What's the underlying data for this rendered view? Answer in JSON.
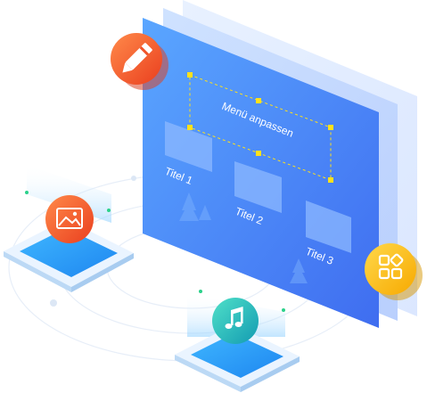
{
  "menu": {
    "title": "Menü anpassen",
    "items": [
      {
        "label": "Titel 1"
      },
      {
        "label": "Titel 2"
      },
      {
        "label": "Titel 3"
      }
    ]
  },
  "icons": {
    "edit": "pencil-icon",
    "image": "image-icon",
    "music": "music-note-icon",
    "apps": "apps-grid-icon"
  },
  "colors": {
    "panel_blue": "#4a8ef5",
    "panel_dark": "#3d6ff0",
    "edit_orange": "#f0542a",
    "image_orange": "#f3592b",
    "music_teal": "#23b9b0",
    "apps_yellow": "#ffc21a",
    "handle_yellow": "#ffe11a"
  }
}
